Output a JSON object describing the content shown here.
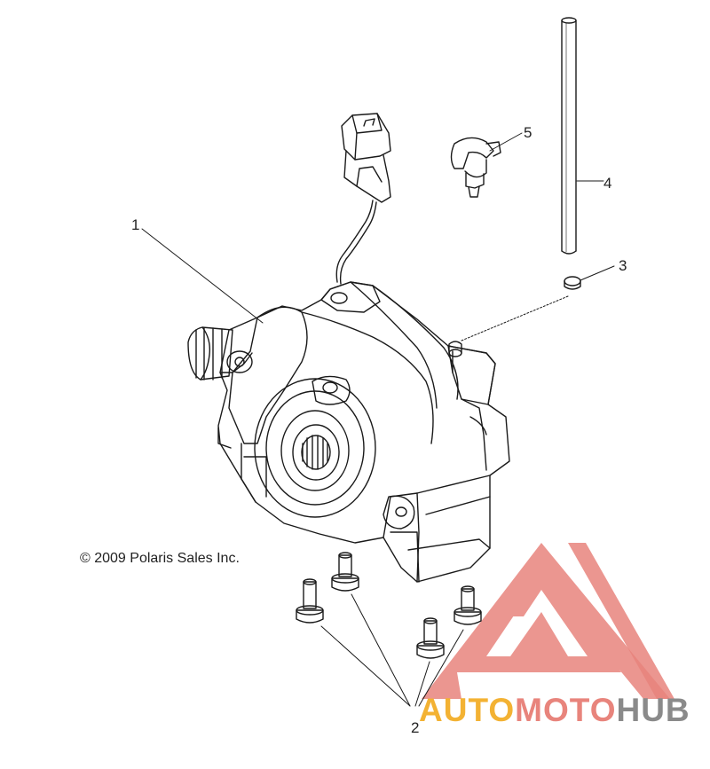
{
  "diagram": {
    "callouts": [
      "1",
      "2",
      "3",
      "4",
      "5"
    ],
    "copyright": "© 2009 Polaris Sales Inc."
  },
  "watermark": {
    "part1": "AUTO",
    "part2": "MOTO",
    "part3": "HUB",
    "colors": {
      "part1": "#f3b233",
      "part2": "#e8847c",
      "part3": "#8a8a8a",
      "logo": "#e8847c"
    }
  }
}
